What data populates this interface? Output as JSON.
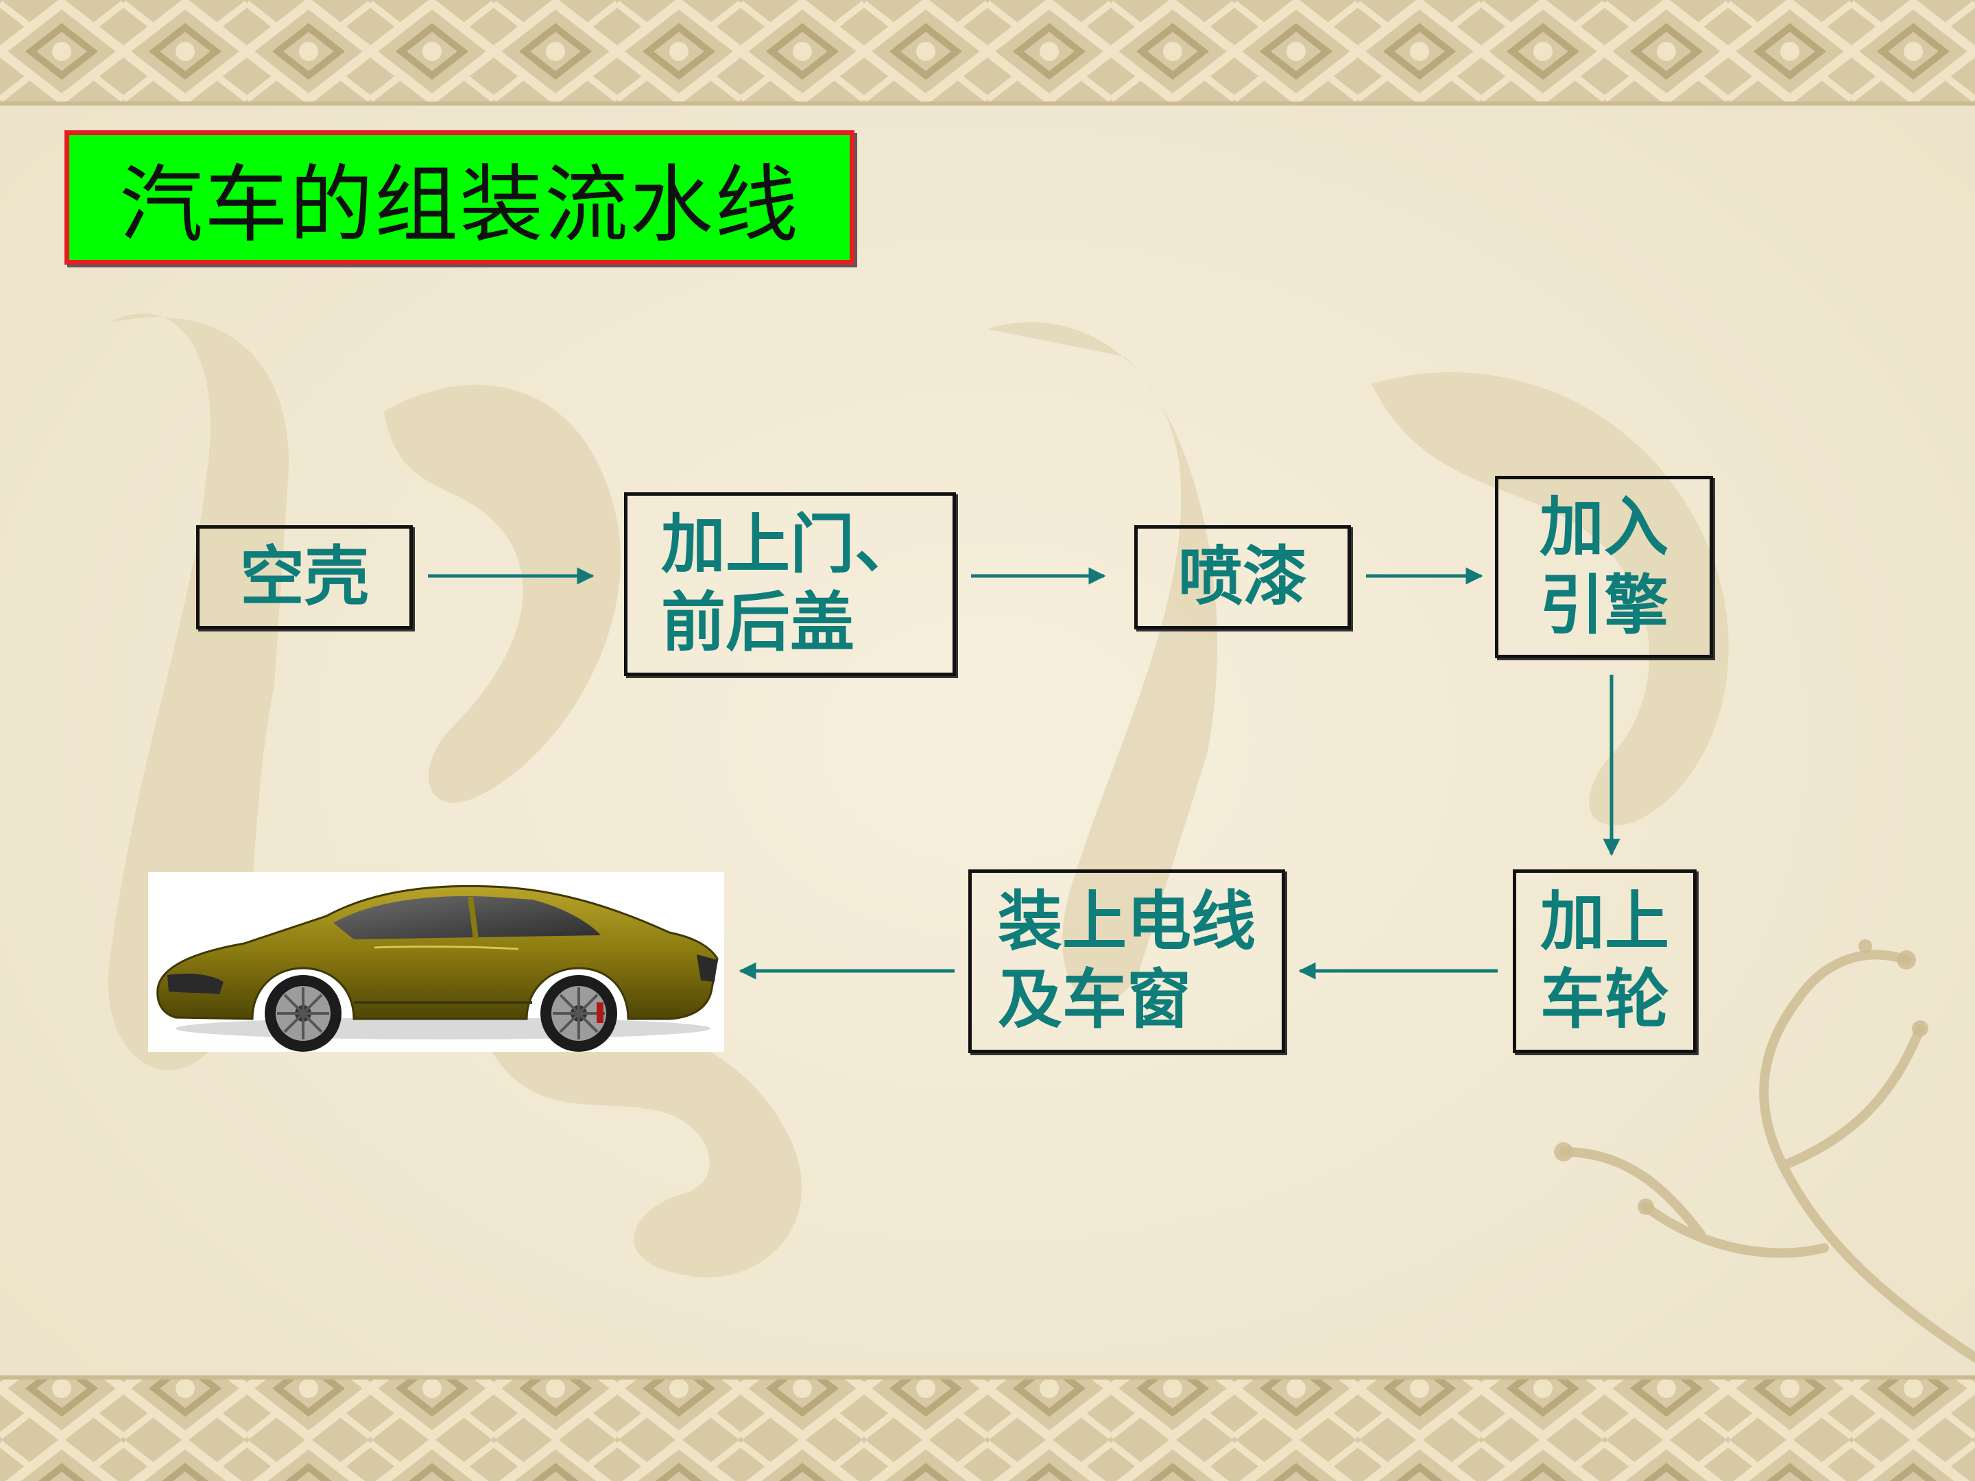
{
  "slide": {
    "title": "汽车的组装流水线",
    "colors": {
      "background": "#f1e8d2",
      "title_fill": "#00ff00",
      "title_border": "#e81c24",
      "step_text": "#0f7d7a",
      "arrow": "#137a78",
      "box_border": "#111111",
      "car_body": "#8a7a10"
    }
  },
  "flow": {
    "steps": [
      {
        "id": "empty-shell",
        "label": "空壳"
      },
      {
        "id": "doors-covers",
        "label": "加上门、\n前后盖"
      },
      {
        "id": "painting",
        "label": "喷漆"
      },
      {
        "id": "engine",
        "label": "加入\n引擎"
      },
      {
        "id": "wheels",
        "label": "加上\n车轮"
      },
      {
        "id": "wiring-windows",
        "label": "装上电线\n及车窗"
      }
    ],
    "final_product_icon": "sports-car-image"
  }
}
